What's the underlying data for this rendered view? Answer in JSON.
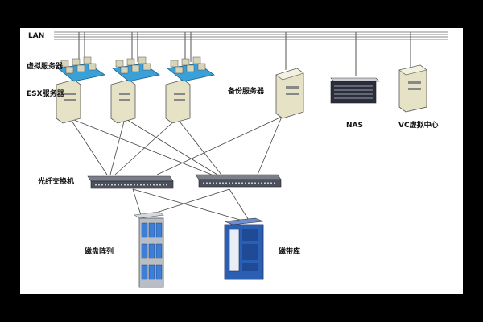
{
  "labels": {
    "lan": "LAN",
    "vm": "虚拟服务器",
    "esx": "ESX服务器",
    "backup": "备份服务器",
    "nas": "NAS",
    "vc": "VC虚拟中心",
    "switch": "光纤交换机",
    "disk": "磁盘阵列",
    "tape": "磁带库"
  },
  "colors": {
    "background": "#000000",
    "canvas": "#ffffff",
    "lan_line": "#777777",
    "vm_platform": "#3aa0d8",
    "server_beige": "#e8e4c8",
    "tape_blue": "#2a5fb4",
    "disk_gray": "#b9bec6"
  }
}
